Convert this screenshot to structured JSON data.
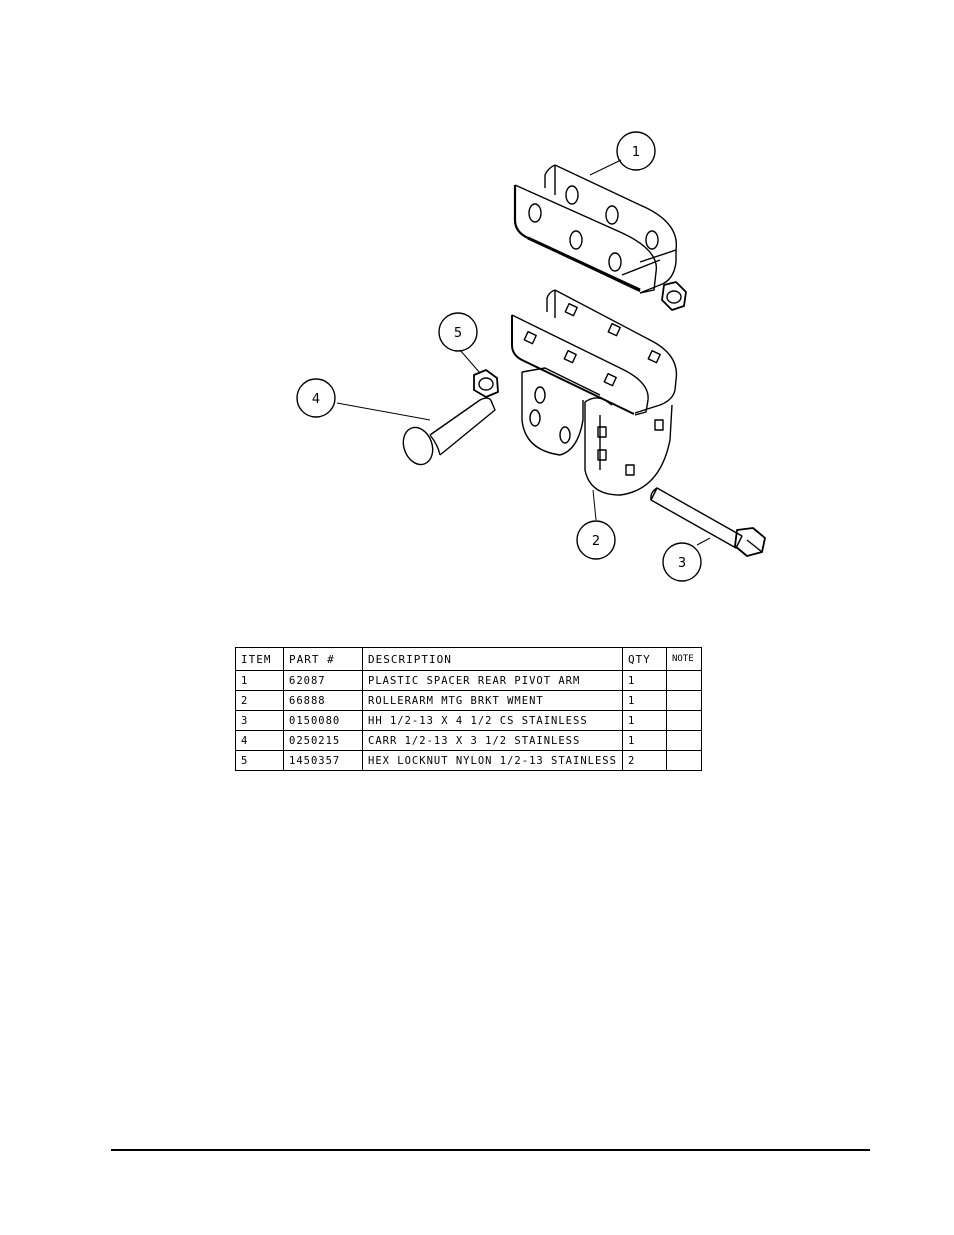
{
  "callouts": [
    "1",
    "2",
    "3",
    "4",
    "5"
  ],
  "table": {
    "headers": {
      "item": "ITEM",
      "part": "PART #",
      "description": "DESCRIPTION",
      "qty": "QTY",
      "note": "NOTE"
    },
    "rows": [
      {
        "item": "1",
        "part": "62087",
        "description": "PLASTIC SPACER REAR PIVOT ARM",
        "qty": "1",
        "note": ""
      },
      {
        "item": "2",
        "part": "66888",
        "description": "ROLLERARM MTG BRKT WMENT",
        "qty": "1",
        "note": ""
      },
      {
        "item": "3",
        "part": "0150080",
        "description": "HH 1/2-13 X 4 1/2 CS STAINLESS",
        "qty": "1",
        "note": ""
      },
      {
        "item": "4",
        "part": "0250215",
        "description": "CARR 1/2-13 X 3 1/2 STAINLESS",
        "qty": "1",
        "note": ""
      },
      {
        "item": "5",
        "part": "1450357",
        "description": "HEX LOCKNUT NYLON 1/2-13 STAINLESS",
        "qty": "2",
        "note": ""
      }
    ]
  }
}
